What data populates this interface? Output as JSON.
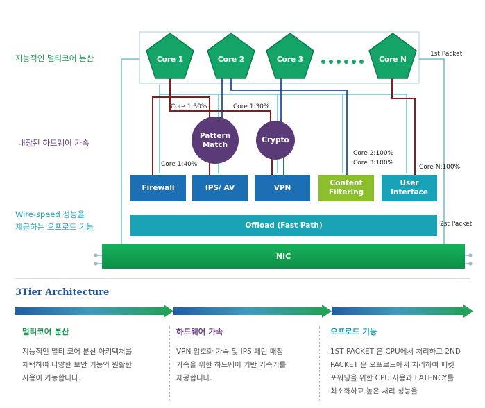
{
  "colors": {
    "core_green": "#15a467",
    "core_border": "#0b7c4b",
    "purple": "#5b3a78",
    "blue_box": "#1c6fb3",
    "lime_box": "#8bbf2c",
    "teal_box": "#1aa3b8",
    "offload": "#19a3b4",
    "nic": "#11a151",
    "line_red": "#8b1a1a",
    "line_blue": "#1f4fa0",
    "line_teal": "#5cc0d0",
    "label_green": "#1a9a52",
    "label_purple": "#6a3b86",
    "label_teal": "#1ea2bb",
    "title_blue": "#1d58a4"
  },
  "left_labels": {
    "multicore": "지능적인 멀티코어 분산",
    "hardware": "내장된 하드웨어 가속",
    "offload_line1": "Wire-speed 성능을",
    "offload_line2": "제공하는 오프로드 기능"
  },
  "cores": [
    {
      "label": "Core 1"
    },
    {
      "label": "Core 2"
    },
    {
      "label": "Core 3"
    },
    {
      "label": "Core N"
    }
  ],
  "ellipsis_icon": "dots-icon",
  "accelerators": {
    "pattern": {
      "line1": "Pattern",
      "line2": "Match"
    },
    "crypto": "Crypto"
  },
  "modules": {
    "firewall": "Firewall",
    "ips": "IPS/ AV",
    "vpn": "VPN",
    "content": {
      "line1": "Content",
      "line2": "Filtering"
    },
    "ui": {
      "line1": "User",
      "line2": "Interface"
    }
  },
  "offload_label": "Offload (Fast Path)",
  "nic_label": "NIC",
  "annotations": {
    "core1_30": "Core 1:30%",
    "core1_30b": "Core 1:30%",
    "core1_40": "Core 1:40%",
    "core2_100": "Core 2:100%",
    "core3_100": "Core 3:100%",
    "coreN_100": "Core N:100%",
    "first_packet": "1st Packet",
    "second_packet": "2st Packet"
  },
  "architecture_title": "3Tier Architecture",
  "columns": [
    {
      "title": "멀티코어 분산",
      "lines": [
        "지능적인 멀티 코어 분산 아키텍처를",
        "채택하여 다양한 보안 기능의 원활한",
        "사용이 가능합니다."
      ]
    },
    {
      "title": "하드웨어 가속",
      "lines": [
        "VPN 암호화 가속 및 IPS 패턴 매칭",
        "가속을 위한 하드웨어 기반 가속기를",
        "제공합니다."
      ]
    },
    {
      "title": "오프로드 기능",
      "lines": [
        "1ST PACKET 은 CPU에서 처리하고 2ND",
        "PACKET 은 오프로드에서 처리하여 패킷",
        "포워딩을 위한 CPU 사용과 LATENCY를",
        "최소화하고 높은 처리 성능을"
      ]
    }
  ]
}
